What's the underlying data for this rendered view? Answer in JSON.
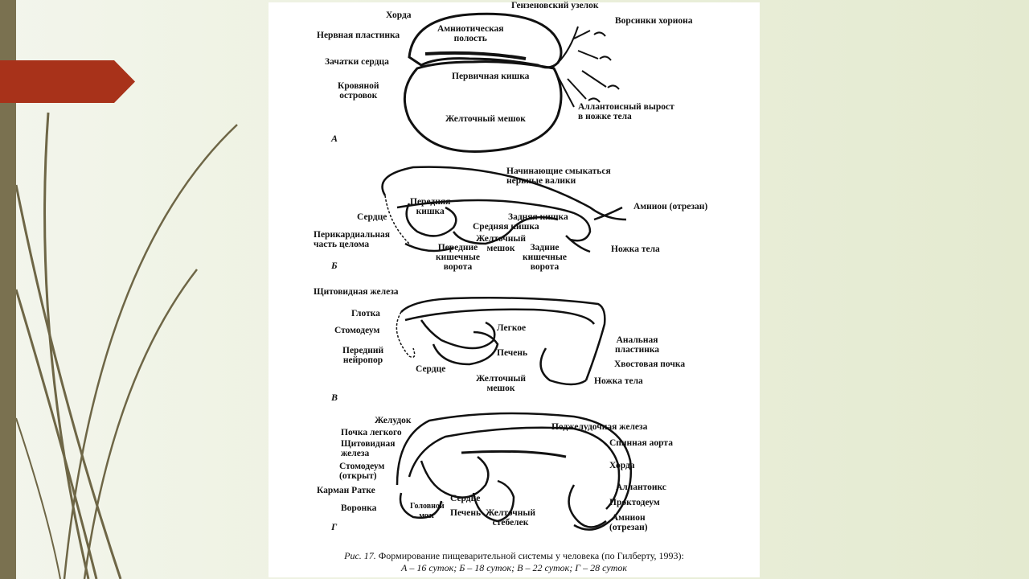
{
  "colors": {
    "accent_red": "#a8321a",
    "side_bar": "#7a7150",
    "stems": "#6e6646"
  },
  "panels": {
    "a": "А",
    "b": "Б",
    "v": "В",
    "g": "Г"
  },
  "labels_a": {
    "hensen": "Гензеновский узелок",
    "chorda": "Хорда",
    "amniotic": "Амниотическая\nполость",
    "villi": "Ворсинки хориона",
    "neural_plate": "Нервная пластинка",
    "heart_primordia": "Зачатки сердца",
    "primary_gut": "Первичная кишка",
    "blood_island": "Кровяной\nостровок",
    "allantois": "Аллантоисный вырост\nв ножке тела",
    "yolk_sac": "Желточный мешок"
  },
  "labels_b": {
    "neural_folds": "Начинающие смыкаться\nнервные валики",
    "foregut": "Передняя\nкишка",
    "amnion_cut": "Амнион (отрезан)",
    "heart": "Сердце",
    "hindgut": "Задняя кишка",
    "midgut": "Средняя кишка",
    "pericardial": "Перикардиальная\nчасть целома",
    "yolk_sac": "Желточный\nмешок",
    "body_stalk": "Ножка тела",
    "ant_portal": "Передние\nкишечные\nворота",
    "post_portal": "Задние\nкишечные\nворота"
  },
  "labels_v": {
    "thyroid": "Щитовидная железа",
    "pharynx": "Глотка",
    "stomodeum": "Стомодеум",
    "lung": "Легкое",
    "ant_neuropore": "Передний\nнейропор",
    "liver": "Печень",
    "anal_plate": "Анальная\nпластинка",
    "tail_bud": "Хвостовая почка",
    "heart": "Сердце",
    "yolk_sac": "Желточный\nмешок",
    "body_stalk": "Ножка тела"
  },
  "labels_g": {
    "stomach": "Желудок",
    "pancreas": "Поджелудочная железа",
    "lung_bud": "Почка легкого",
    "thyroid": "Щитовидная\nжелеза",
    "dorsal_aorta": "Спинная аорта",
    "stomodeum": "Стомодеум\n(открыт)",
    "chorda": "Хорда",
    "rathke": "Карман Ратке",
    "allantois": "Аллантоикс",
    "infundibulum": "Воронка",
    "heart": "Сердце",
    "brain": "Головной\nмозг",
    "liver": "Печень",
    "yolk_stalk": "Желточный\nстебелек",
    "proctodeum": "Проктодеум",
    "amnion_cut": "Амнион\n(отрезан)"
  },
  "caption": {
    "prefix": "Рис. 17.",
    "line1": " Формирование пищеварительной системы у человека (по Гилберту, 1993):",
    "line2": "А – 16 суток; Б – 18 суток; В – 22 суток; Г – 28 суток"
  }
}
